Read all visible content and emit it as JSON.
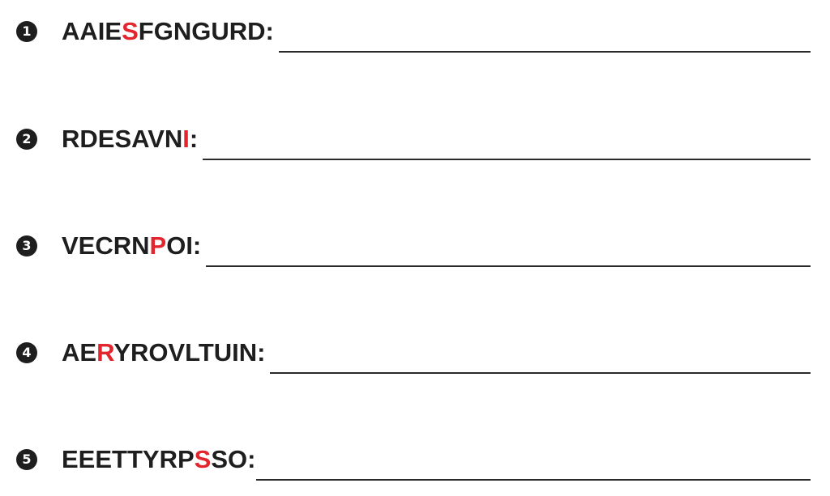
{
  "colors": {
    "text": "#1e1e1e",
    "highlight": "#e3262d",
    "badge": "#1e1e1e"
  },
  "items": [
    {
      "number": "1",
      "before": "AAIE",
      "highlight": "S",
      "after": "FGNGURD:"
    },
    {
      "number": "2",
      "before": "RDESAVN",
      "highlight": "I",
      "after": ":"
    },
    {
      "number": "3",
      "before": "VECRN",
      "highlight": "P",
      "after": "OI:"
    },
    {
      "number": "4",
      "before": "AE",
      "highlight": "R",
      "after": "YROVLTUIN:"
    },
    {
      "number": "5",
      "before": "EEETTYRP",
      "highlight": "S",
      "after": "SO:"
    }
  ]
}
